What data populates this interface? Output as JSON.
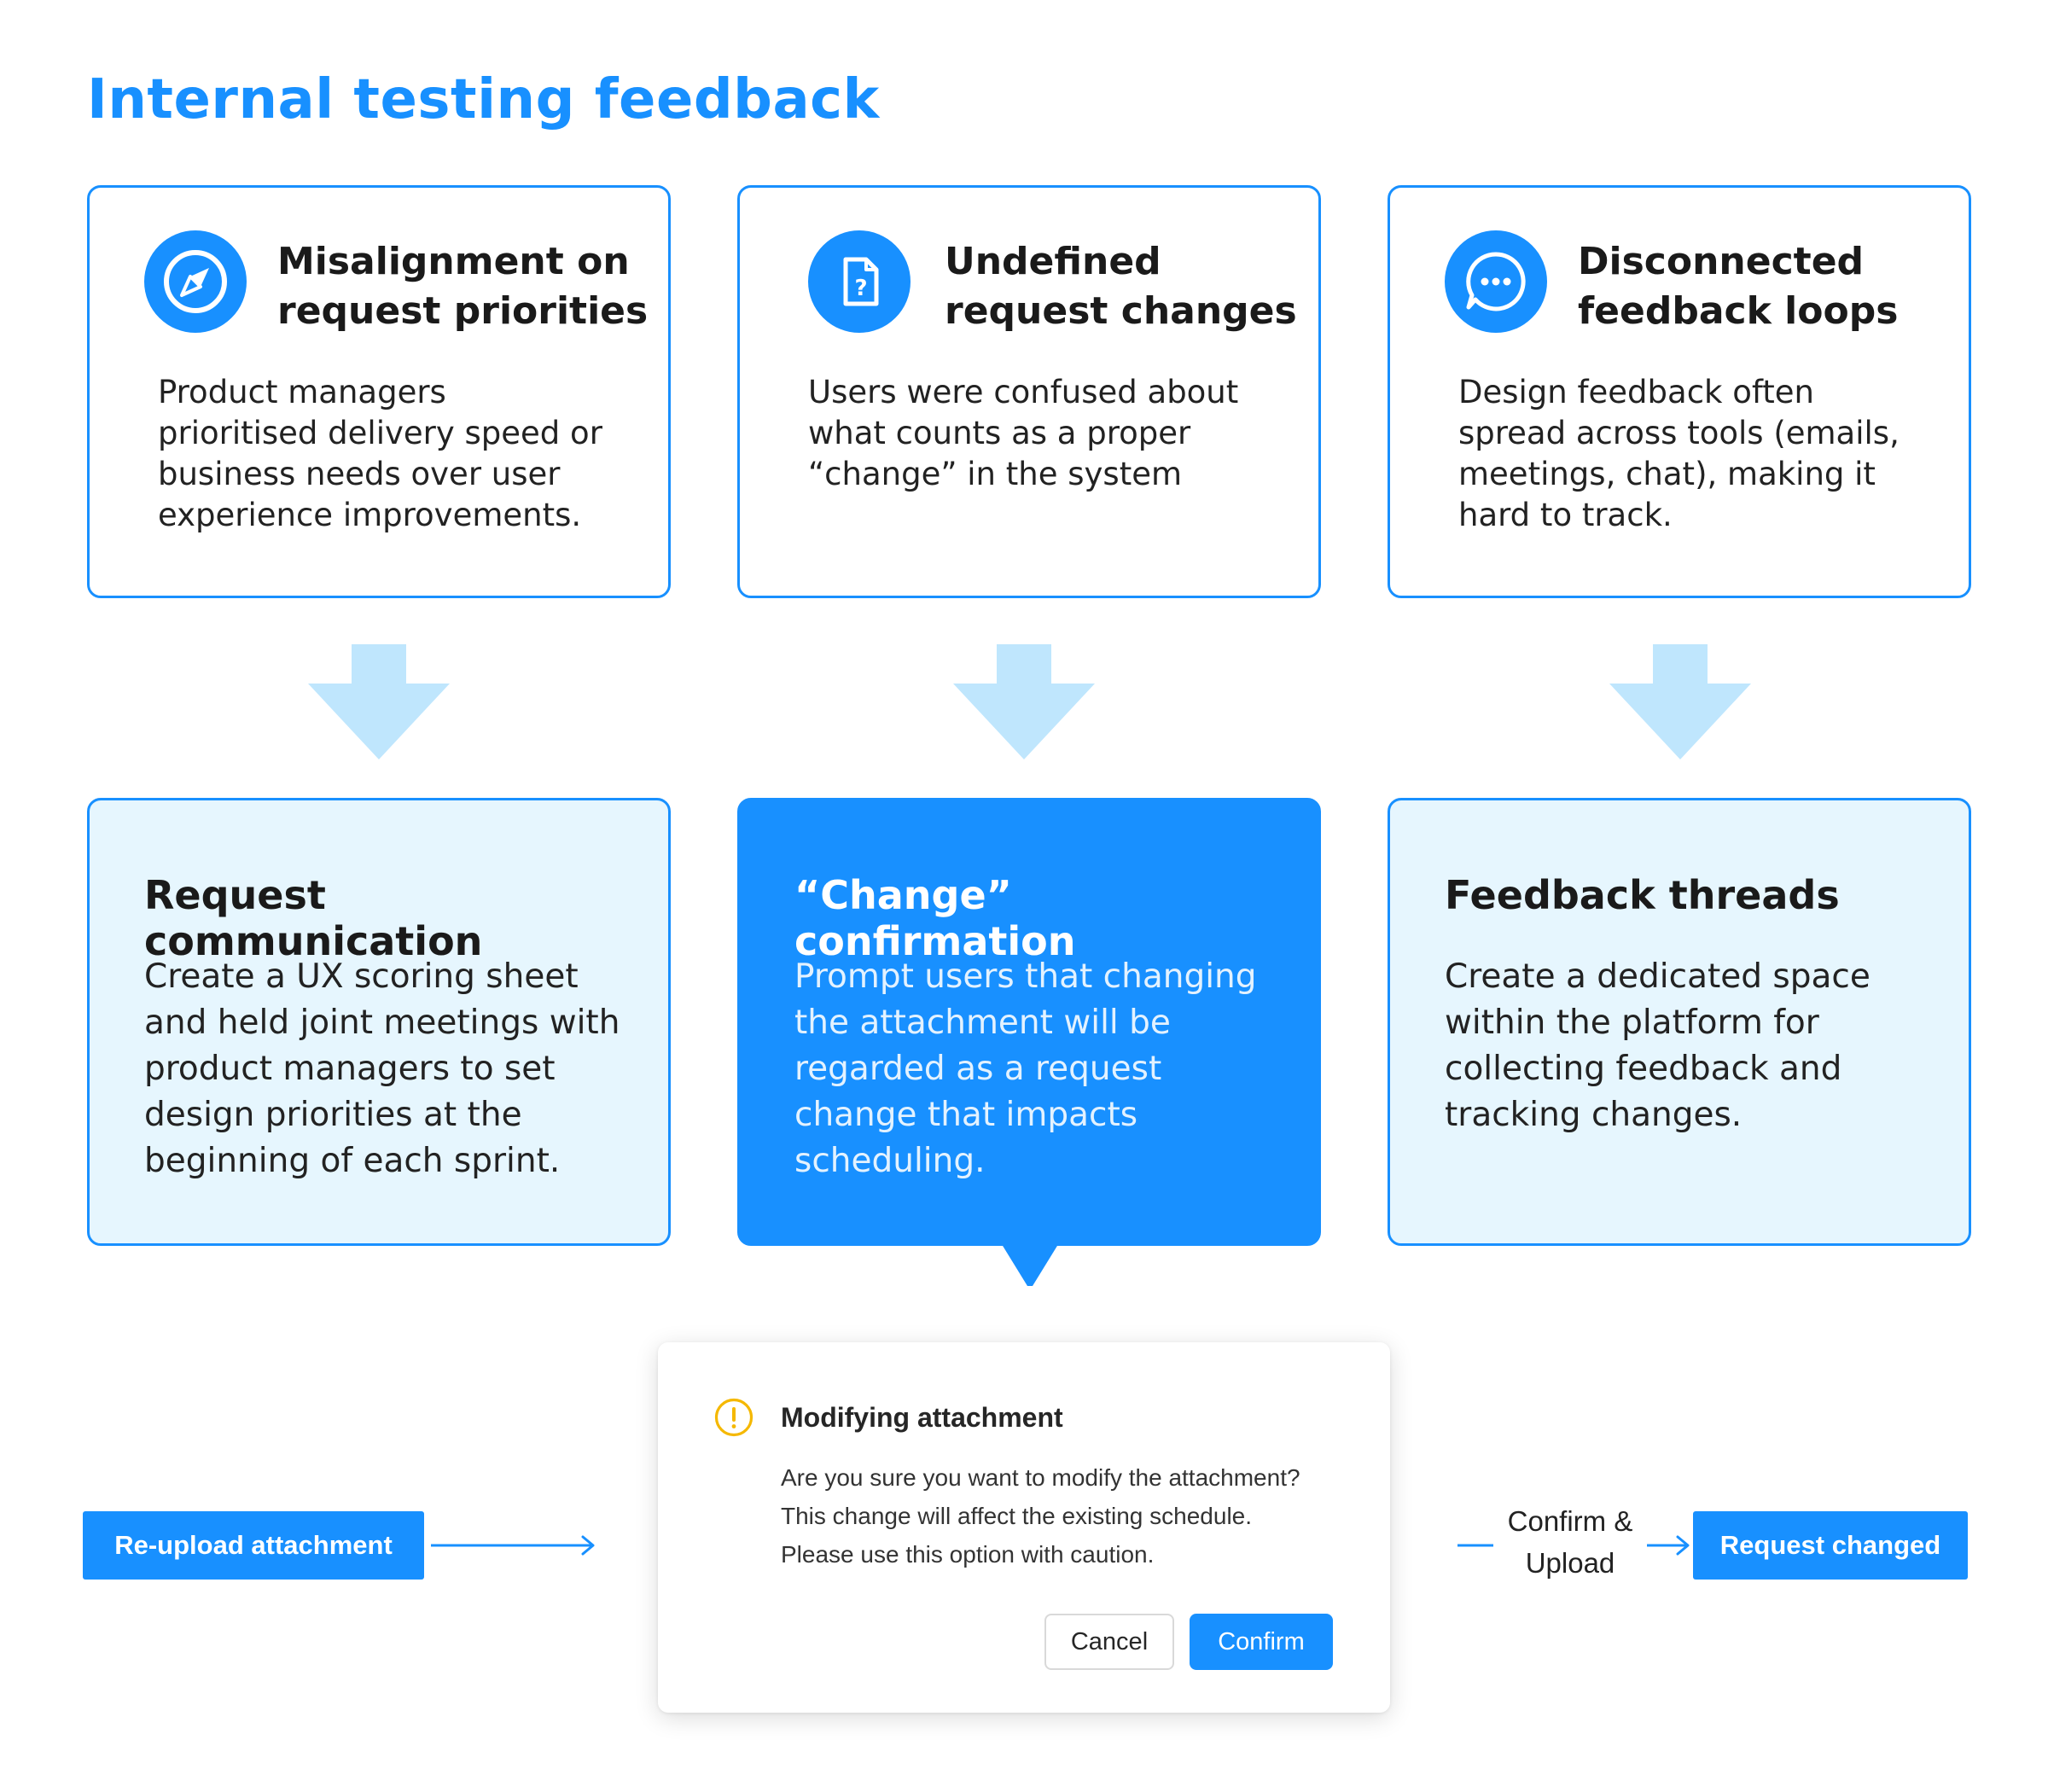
{
  "page": {
    "title": "Internal testing feedback"
  },
  "problems": [
    {
      "icon": "compass-icon",
      "title": "Misalignment on\nrequest priorities",
      "body": "Product managers\nprioritised delivery speed or\nbusiness needs over user\nexperience improvements."
    },
    {
      "icon": "question-document-icon",
      "title": "Undefined\nrequest changes",
      "body": "Users were confused about\nwhat counts as a proper\n“change”  in the system"
    },
    {
      "icon": "chat-bubble-icon",
      "title": "Disconnected\nfeedback loops",
      "body": "Design feedback often\nspread across tools (emails,\nmeetings, chat), making it\nhard to track."
    }
  ],
  "solutions": [
    {
      "title": "Request communication",
      "body": "Create a UX scoring sheet\nand held joint meetings with\nproduct managers to set\ndesign priorities at the\nbeginning of each sprint."
    },
    {
      "title": "“Change” confirmation",
      "body": "Prompt users that changing\nthe attachment will be\nregarded as a request\nchange that impacts\nscheduling."
    },
    {
      "title": "Feedback threads",
      "body": "Create a dedicated space\nwithin the platform for\ncollecting feedback and\ntracking changes."
    }
  ],
  "dialog": {
    "title": "Modifying attachment",
    "body": "Are you sure you want to modify the attachment?\nThis change will affect the existing schedule.\nPlease use this option with caution.",
    "cancel_label": "Cancel",
    "confirm_label": "Confirm"
  },
  "flow": {
    "start_label": "Re-upload attachment",
    "step_label": "Confirm &\nUpload",
    "end_label": "Request changed"
  },
  "colors": {
    "primary": "#1890ff",
    "light_fill": "#e6f6fe",
    "arrow_fill": "#bfe6fd",
    "warning": "#f5b800"
  }
}
